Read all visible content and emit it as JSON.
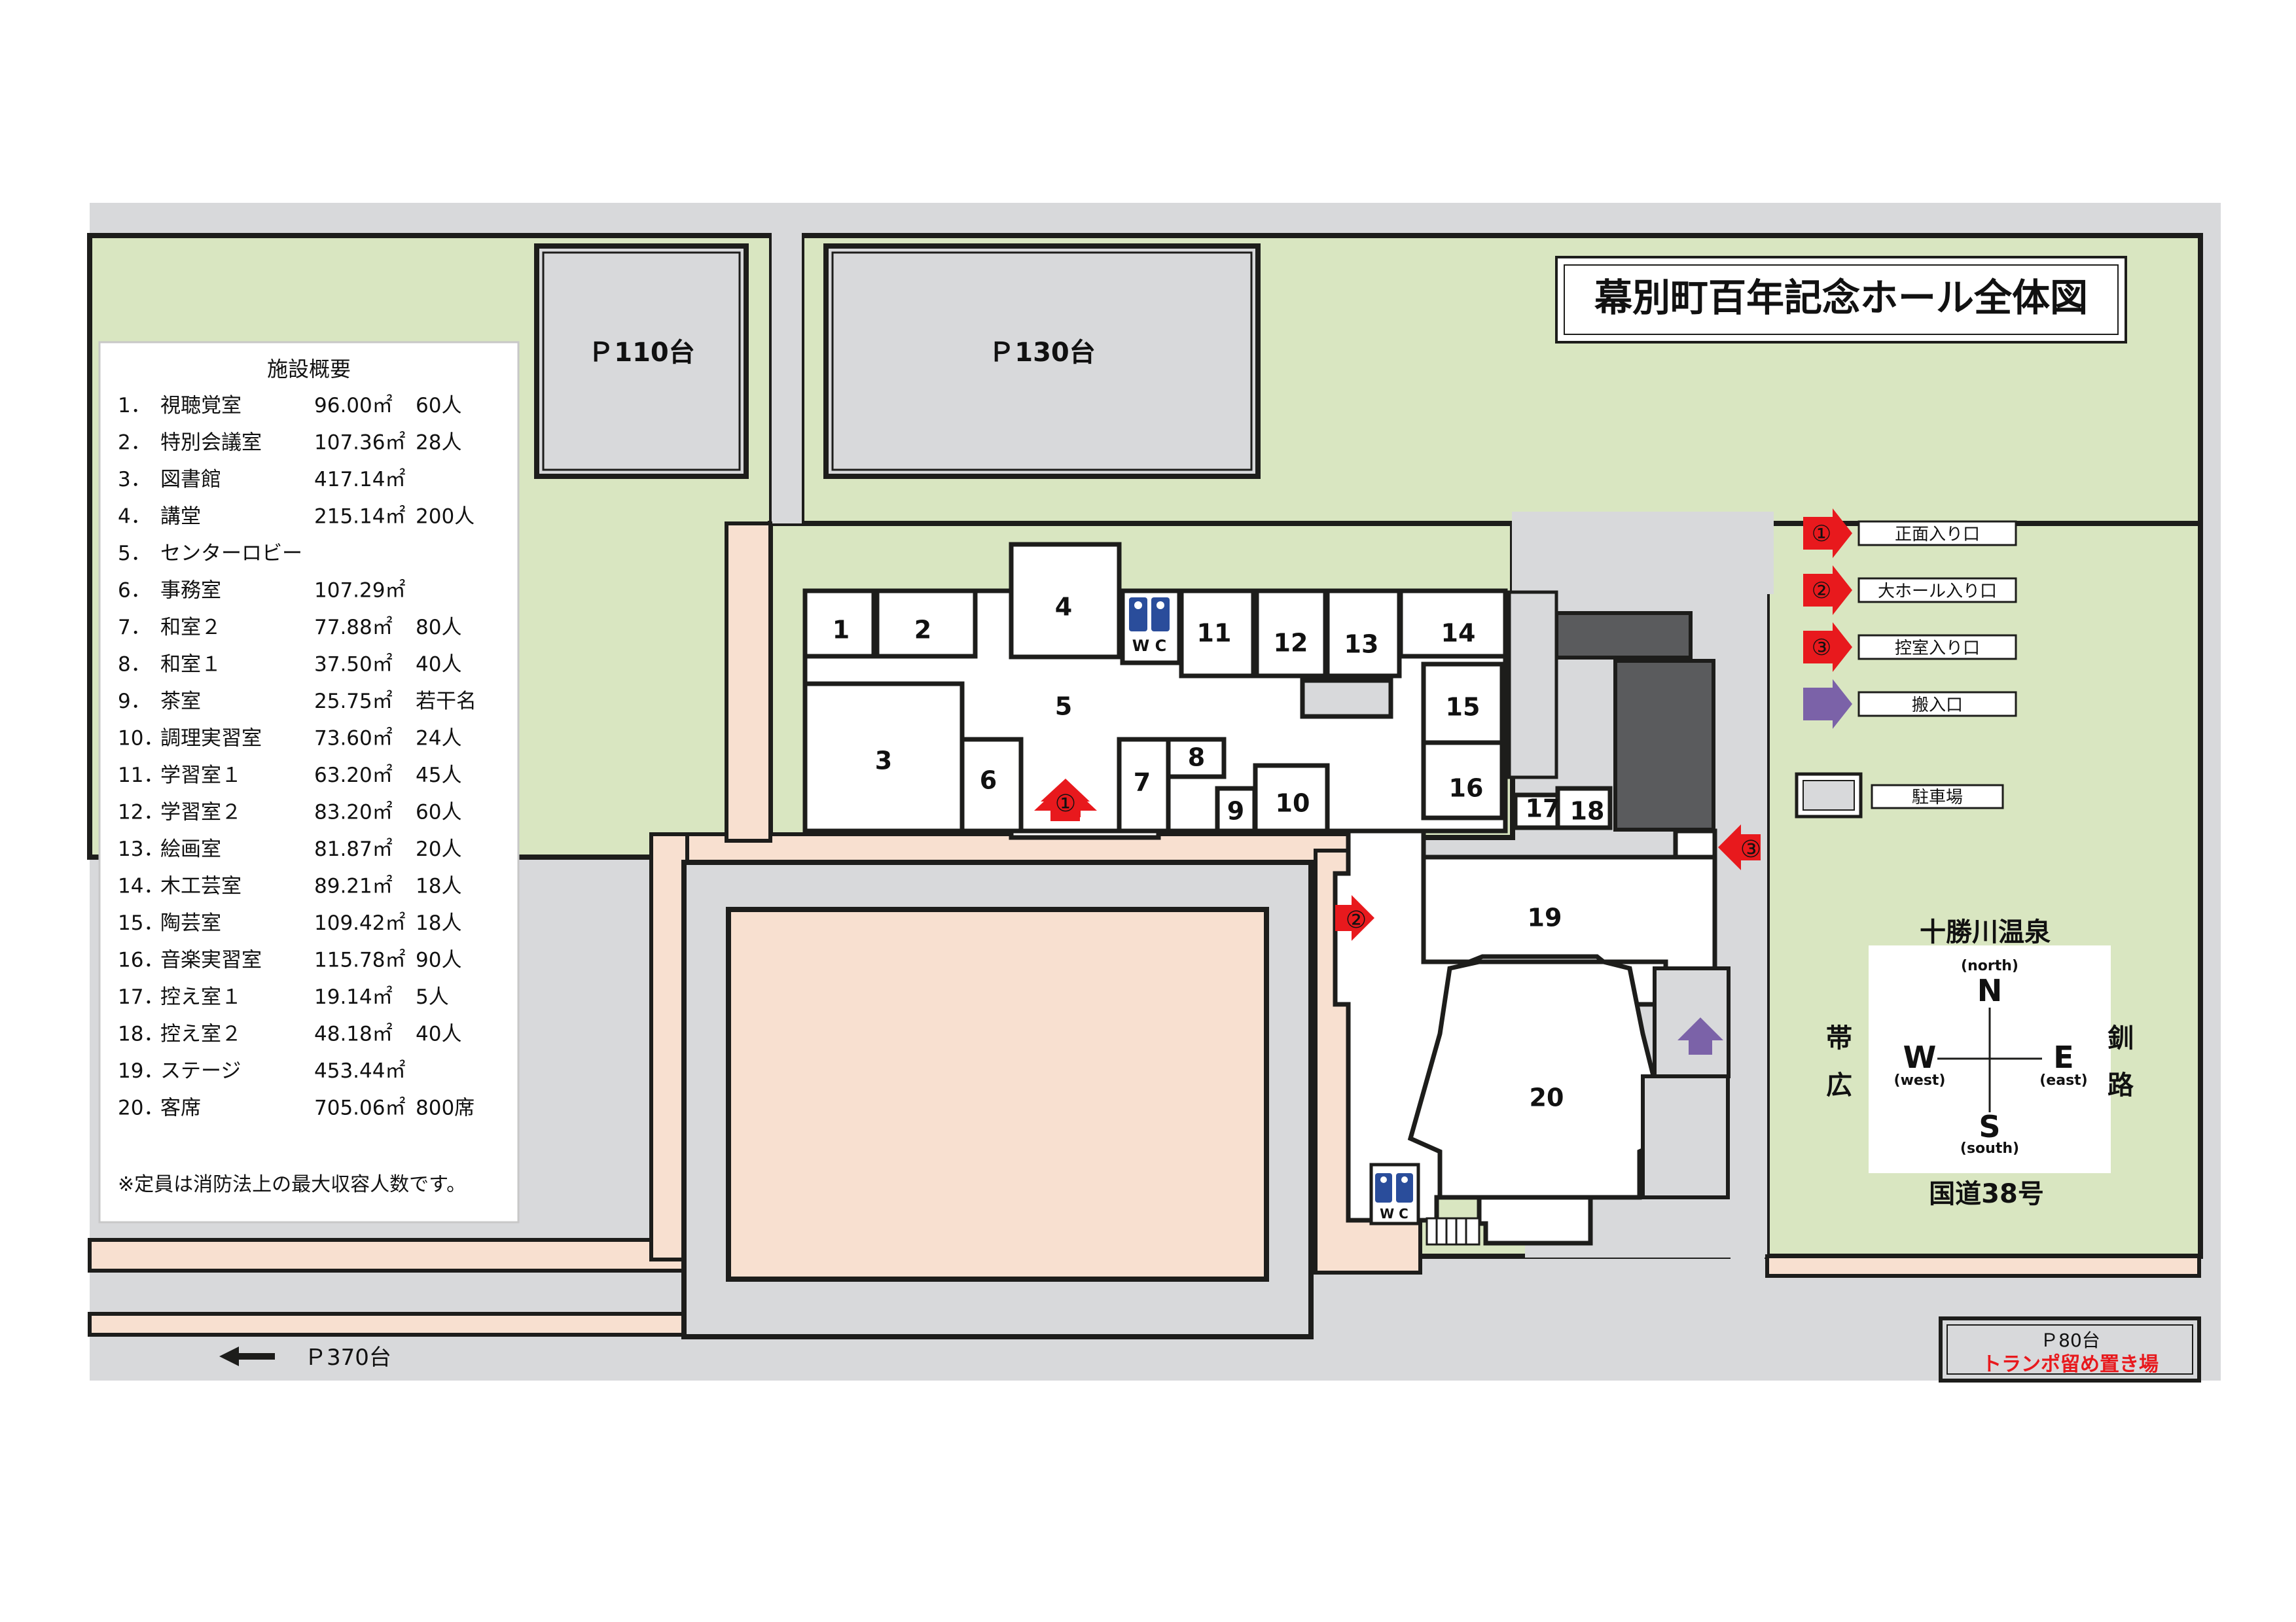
{
  "title": "幕別町百年記念ホール全体図",
  "parking": {
    "p110": "Ｐ110台",
    "p130": "Ｐ130台",
    "p370": "Ｐ370台",
    "p80": "Ｐ80台",
    "tramp": "トランポ留め置き場"
  },
  "facility_table": {
    "heading": "施設概要",
    "rows": [
      {
        "no": "1．",
        "name": "視聴覚室",
        "area": "96.00㎡",
        "capacity": "60人"
      },
      {
        "no": "2．",
        "name": "特別会議室",
        "area": "107.36㎡",
        "capacity": "28人"
      },
      {
        "no": "3．",
        "name": "図書館",
        "area": "417.14㎡",
        "capacity": ""
      },
      {
        "no": "4．",
        "name": "講堂",
        "area": "215.14㎡",
        "capacity": "200人"
      },
      {
        "no": "5．",
        "name": "センターロビー",
        "area": "",
        "capacity": ""
      },
      {
        "no": "6．",
        "name": "事務室",
        "area": "107.29㎡",
        "capacity": ""
      },
      {
        "no": "7．",
        "name": "和室２",
        "area": "77.88㎡",
        "capacity": "80人"
      },
      {
        "no": "8．",
        "name": "和室１",
        "area": "37.50㎡",
        "capacity": "40人"
      },
      {
        "no": "9．",
        "name": "茶室",
        "area": "25.75㎡",
        "capacity": "若干名"
      },
      {
        "no": "10．",
        "name": "調理実習室",
        "area": "73.60㎡",
        "capacity": "24人"
      },
      {
        "no": "11．",
        "name": "学習室１",
        "area": "63.20㎡",
        "capacity": "45人"
      },
      {
        "no": "12．",
        "name": "学習室２",
        "area": "83.20㎡",
        "capacity": "60人"
      },
      {
        "no": "13．",
        "name": "絵画室",
        "area": "81.87㎡",
        "capacity": "20人"
      },
      {
        "no": "14．",
        "name": "木工芸室",
        "area": "89.21㎡",
        "capacity": "18人"
      },
      {
        "no": "15．",
        "name": "陶芸室",
        "area": "109.42㎡",
        "capacity": "18人"
      },
      {
        "no": "16．",
        "name": "音楽実習室",
        "area": "115.78㎡",
        "capacity": "90人"
      },
      {
        "no": "17．",
        "name": "控え室１",
        "area": "19.14㎡",
        "capacity": "5人"
      },
      {
        "no": "18．",
        "name": "控え室２",
        "area": "48.18㎡",
        "capacity": "40人"
      },
      {
        "no": "19．",
        "name": "ステージ",
        "area": "453.44㎡",
        "capacity": ""
      },
      {
        "no": "20．",
        "name": "客席",
        "area": "705.06㎡",
        "capacity": "800席"
      }
    ],
    "note": "※定員は消防法上の最大収容人数です。"
  },
  "legend": [
    {
      "symbol": "①",
      "label": "正面入り口",
      "color": "#e8191d"
    },
    {
      "symbol": "②",
      "label": "大ホール入り口",
      "color": "#e8191d"
    },
    {
      "symbol": "③",
      "label": "控室入り口",
      "color": "#e8191d"
    },
    {
      "symbol": "",
      "label": "搬入口",
      "color": "#7b62a8"
    }
  ],
  "legend_parking": "駐車場",
  "compass": {
    "north": "N",
    "north_sub": "(north)",
    "south": "S",
    "south_sub": "(south)",
    "east": "E",
    "east_sub": "(east)",
    "west": "W",
    "west_sub": "(west)",
    "top_place": "十勝川温泉",
    "bottom_place": "国道38号",
    "left_place_1": "帯",
    "left_place_2": "広",
    "right_place_1": "釧",
    "right_place_2": "路"
  },
  "rooms": [
    "1",
    "2",
    "3",
    "4",
    "5",
    "6",
    "7",
    "8",
    "9",
    "10",
    "11",
    "12",
    "13",
    "14",
    "15",
    "16",
    "17",
    "18",
    "19",
    "20"
  ],
  "entrances": {
    "front": "①",
    "hall": "②",
    "green_room": "③"
  },
  "wc": "W C",
  "colors": {
    "green": "#d9e6c1",
    "road": "#d8d9db",
    "path": "#f8e0d0",
    "dark": "#5a5b5d",
    "red": "#e8191d",
    "purple": "#7b62a8"
  }
}
